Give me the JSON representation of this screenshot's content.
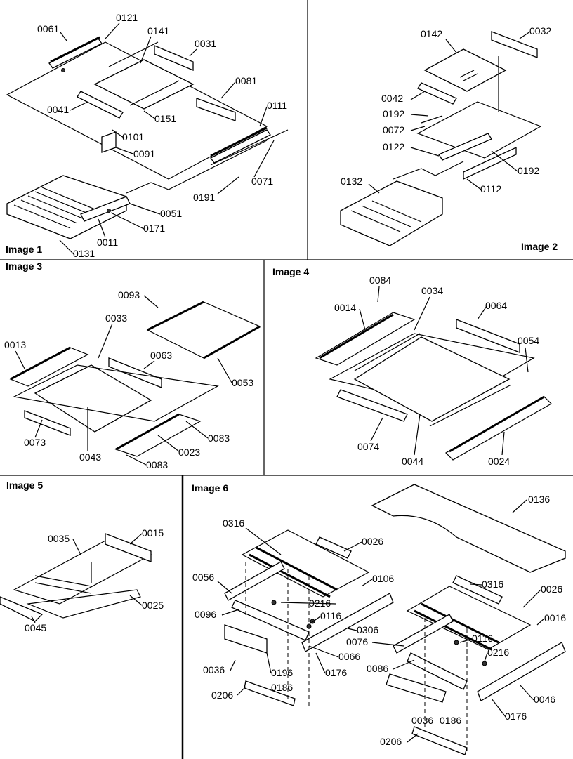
{
  "panels": [
    {
      "title": "Image 1",
      "labels": [
        "0061",
        "0121",
        "0141",
        "0031",
        "0081",
        "0041",
        "0151",
        "0101",
        "0111",
        "0091",
        "0071",
        "0191",
        "0051",
        "0171",
        "0011",
        "0131"
      ]
    },
    {
      "title": "Image 2",
      "labels": [
        "0142",
        "0032",
        "0042",
        "0192",
        "0072",
        "0122",
        "0192",
        "0132",
        "0112"
      ]
    },
    {
      "title": "Image 3",
      "labels": [
        "0093",
        "0033",
        "0013",
        "0063",
        "0053",
        "0073",
        "0043",
        "0023",
        "0083",
        "0083"
      ]
    },
    {
      "title": "Image 4",
      "labels": [
        "0084",
        "0034",
        "0014",
        "0064",
        "0054",
        "0074",
        "0044",
        "0024"
      ]
    },
    {
      "title": "Image 5",
      "labels": [
        "0035",
        "0015",
        "0025",
        "0045"
      ]
    },
    {
      "title": "Image 6",
      "labels": [
        "0136",
        "0316",
        "0026",
        "0056",
        "0106",
        "0216",
        "0096",
        "0116",
        "0306",
        "0316",
        "0026",
        "0016",
        "0076",
        "0116",
        "0216",
        "0036",
        "0196",
        "0186",
        "0066",
        "0176",
        "0206",
        "0086",
        "0046",
        "0036",
        "0186",
        "0176",
        "0206"
      ]
    }
  ]
}
